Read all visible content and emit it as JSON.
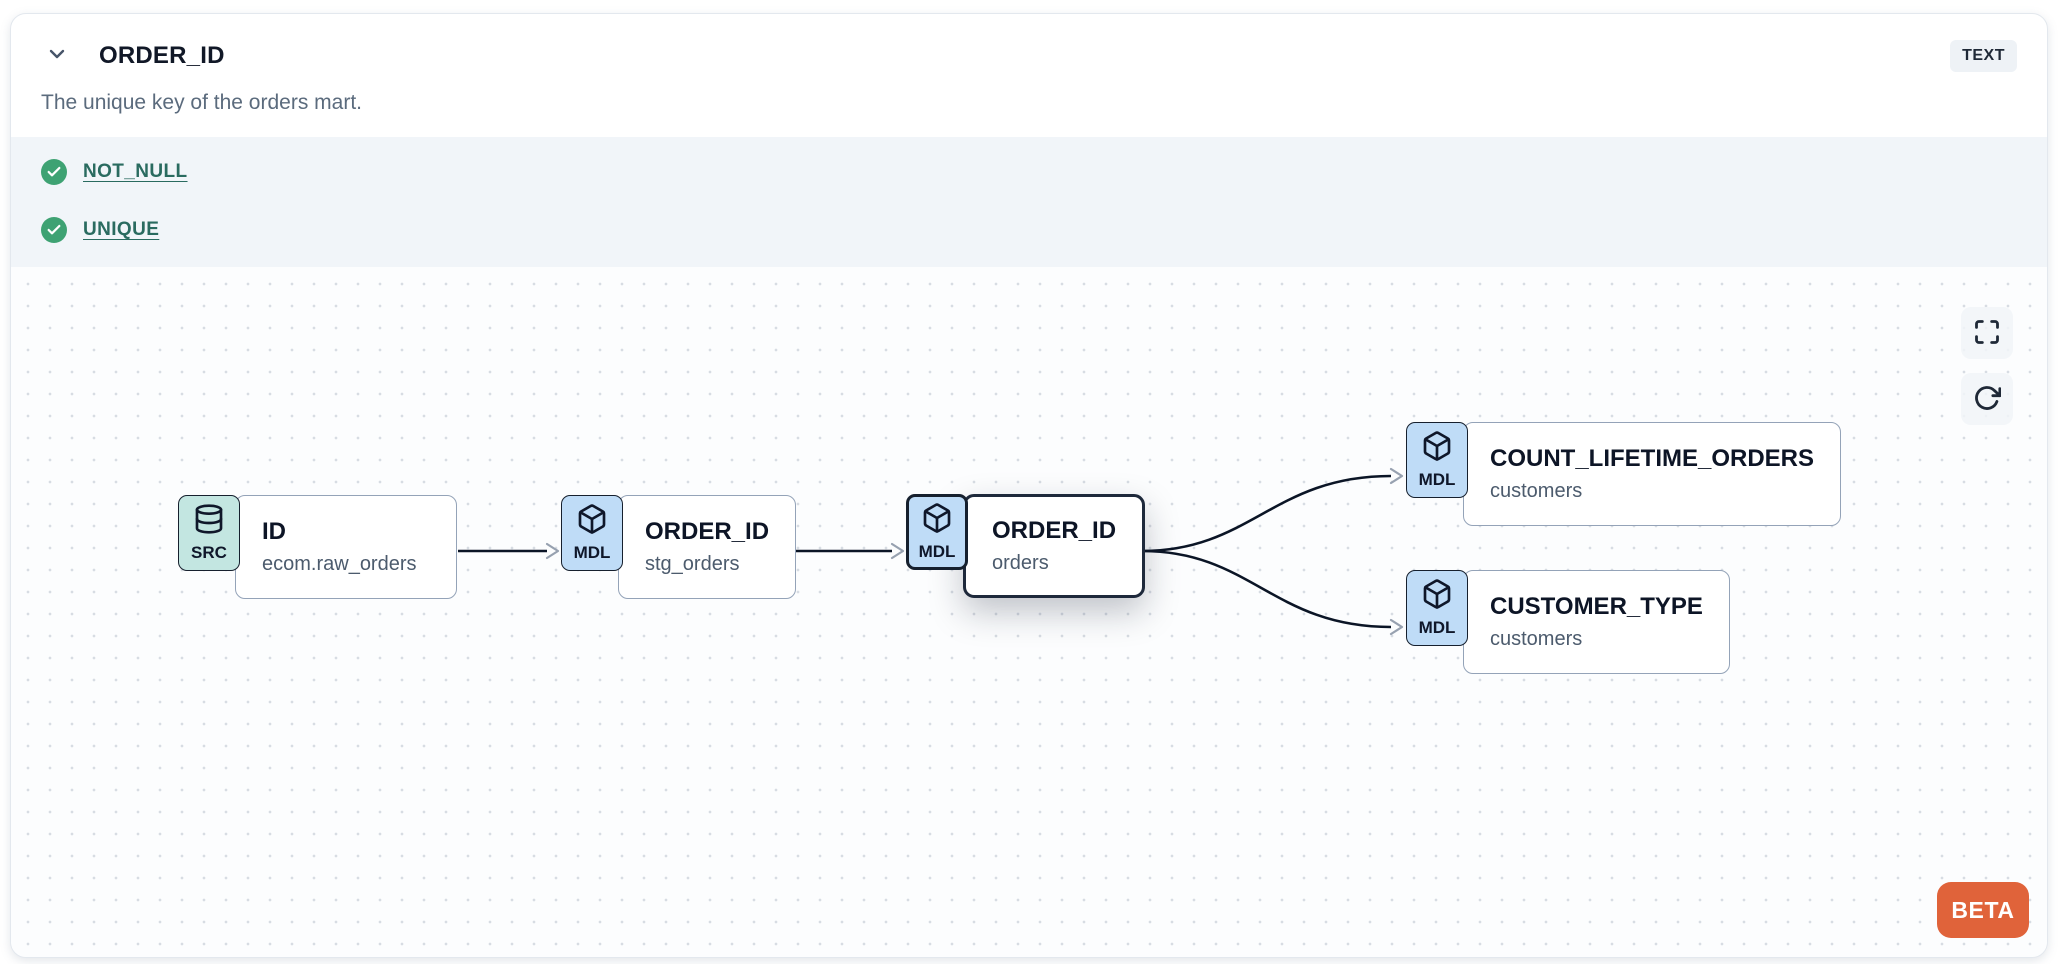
{
  "header": {
    "title": "ORDER_ID",
    "type_badge": "TEXT",
    "description": "The unique key of the orders mart."
  },
  "tests": {
    "items": [
      {
        "label": "NOT_NULL",
        "status": "passed"
      },
      {
        "label": "UNIQUE",
        "status": "passed"
      }
    ]
  },
  "lineage": {
    "nodes": [
      {
        "badge": "SRC",
        "icon": "database-icon",
        "title": "ID",
        "subtitle": "ecom.raw_orders",
        "kind": "source",
        "selected": false
      },
      {
        "badge": "MDL",
        "icon": "cube-icon",
        "title": "ORDER_ID",
        "subtitle": "stg_orders",
        "kind": "model",
        "selected": false
      },
      {
        "badge": "MDL",
        "icon": "cube-icon",
        "title": "ORDER_ID",
        "subtitle": "orders",
        "kind": "model",
        "selected": true
      },
      {
        "badge": "MDL",
        "icon": "cube-icon",
        "title": "COUNT_LIFETIME_ORDERS",
        "subtitle": "customers",
        "kind": "model",
        "selected": false
      },
      {
        "badge": "MDL",
        "icon": "cube-icon",
        "title": "CUSTOMER_TYPE",
        "subtitle": "customers",
        "kind": "model",
        "selected": false
      }
    ],
    "edges": [
      {
        "from": "ID.ecom.raw_orders",
        "to": "ORDER_ID.stg_orders"
      },
      {
        "from": "ORDER_ID.stg_orders",
        "to": "ORDER_ID.orders"
      },
      {
        "from": "ORDER_ID.orders",
        "to": "COUNT_LIFETIME_ORDERS.customers"
      },
      {
        "from": "ORDER_ID.orders",
        "to": "CUSTOMER_TYPE.customers"
      }
    ],
    "beta_label": "BETA"
  },
  "colors": {
    "accent_orange": "#E0633A",
    "test_pass_green": "#3EA273",
    "test_link_teal": "#2A6B60",
    "badge_source_bg": "#C3E6E1",
    "badge_model_bg": "#BFDCF7",
    "selected_border": "#1E293B",
    "edge_line": "#0B1526"
  }
}
